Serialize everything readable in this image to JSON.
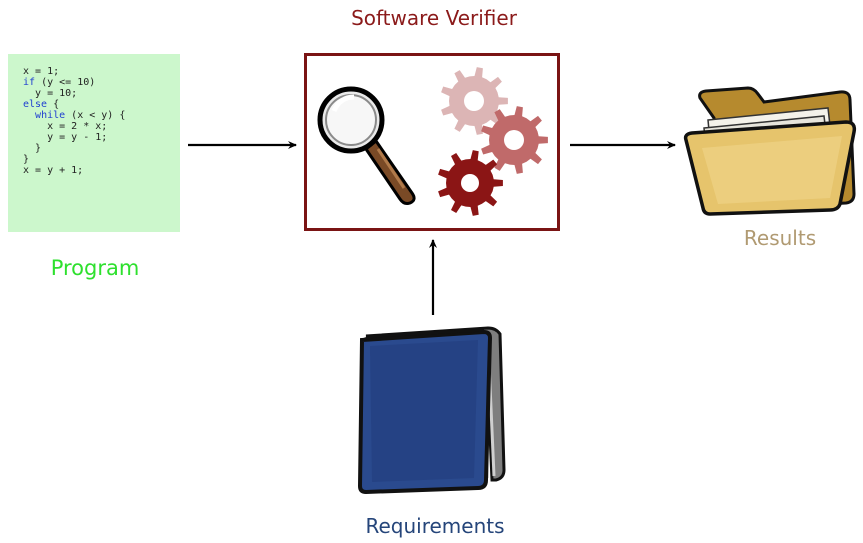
{
  "title": "Software Verifier",
  "program": {
    "label": "Program",
    "code": [
      {
        "kw": "",
        "text": "x = 1;"
      },
      {
        "kw": "if",
        "text": " (y <= 10)"
      },
      {
        "kw": "",
        "text": "  y = 10;"
      },
      {
        "kw": "else",
        "text": " {"
      },
      {
        "kw": "  while",
        "text": " (x < y) {"
      },
      {
        "kw": "",
        "text": "    x = 2 * x;"
      },
      {
        "kw": "",
        "text": "    y = y - 1;"
      },
      {
        "kw": "",
        "text": "  }"
      },
      {
        "kw": "",
        "text": "}"
      },
      {
        "kw": "",
        "text": "x = y + 1;"
      }
    ]
  },
  "results": {
    "label": "Results"
  },
  "requirements": {
    "label": "Requirements"
  },
  "colors": {
    "verifier": "#7a1414",
    "program": "#2ee02e",
    "results": "#b09a72",
    "requirements": "#25457a"
  },
  "icons": [
    "magnifier-icon",
    "gears-icon",
    "folder-icon",
    "book-icon"
  ]
}
